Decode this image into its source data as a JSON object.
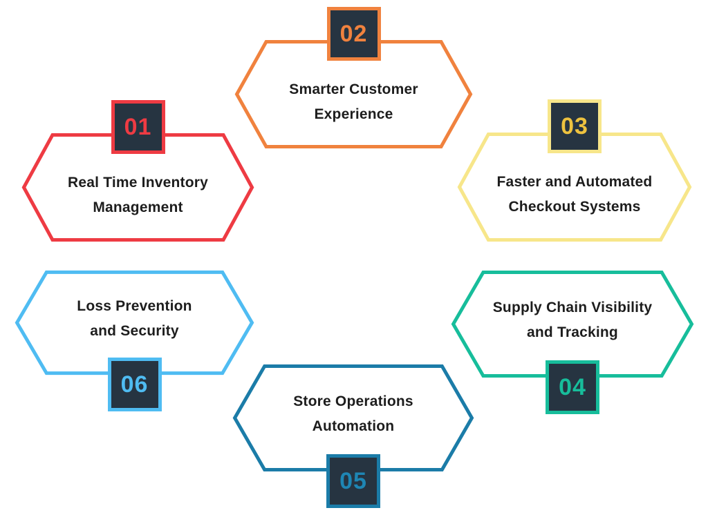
{
  "canvas": {
    "background": "#ffffff",
    "text_color": "#1d1d1d",
    "badge_square_color": "#263441"
  },
  "items": [
    {
      "number": "01",
      "label": "Real Time Inventory Management",
      "line1": "Real Time Inventory",
      "line2": "Management",
      "accent": "#ee3b43",
      "number_color": "#ee3b43",
      "badge_bg": "#263441",
      "badge_position": "top"
    },
    {
      "number": "02",
      "label": "Smarter Customer Experience",
      "line1": "Smarter Customer",
      "line2": "Experience",
      "accent": "#f0823e",
      "number_color": "#f0823e",
      "badge_bg": "#263441",
      "badge_position": "top"
    },
    {
      "number": "03",
      "label": "Faster and Automated Checkout Systems",
      "line1": "Faster and Automated",
      "line2": "Checkout Systems",
      "accent": "#f7e68a",
      "number_color": "#edc23f",
      "badge_bg": "#263441",
      "badge_position": "top"
    },
    {
      "number": "04",
      "label": "Supply Chain Visibility and Tracking",
      "line1": "Supply Chain Visibility",
      "line2": "and Tracking",
      "accent": "#17bd9b",
      "number_color": "#17bd9b",
      "badge_bg": "#263441",
      "badge_position": "bottom"
    },
    {
      "number": "05",
      "label": "Store Operations Automation",
      "line1": "Store Operations",
      "line2": "Automation",
      "accent": "#1b7ca8",
      "number_color": "#1e86b4",
      "badge_bg": "#263441",
      "badge_position": "bottom"
    },
    {
      "number": "06",
      "label": "Loss Prevention and Security",
      "line1": "Loss Prevention",
      "line2": "and Security",
      "accent": "#4fbcf2",
      "number_color": "#4fbcf2",
      "badge_bg": "#263441",
      "badge_position": "bottom"
    }
  ]
}
